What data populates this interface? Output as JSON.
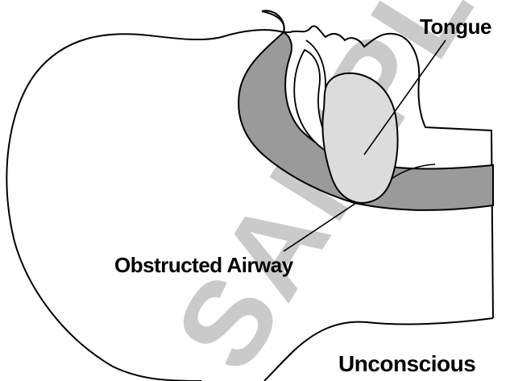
{
  "labels": {
    "tongue": "Tongue",
    "airway": "Obstructed Airway",
    "state": "Unconscious"
  },
  "watermark": {
    "text": "SAMPLE",
    "color": "#7a7a7a"
  },
  "colors": {
    "outline": "#000000",
    "airway_passage": "#9a9a9a",
    "tongue_fill": "#dcdcdc",
    "background": "#ffffff"
  }
}
